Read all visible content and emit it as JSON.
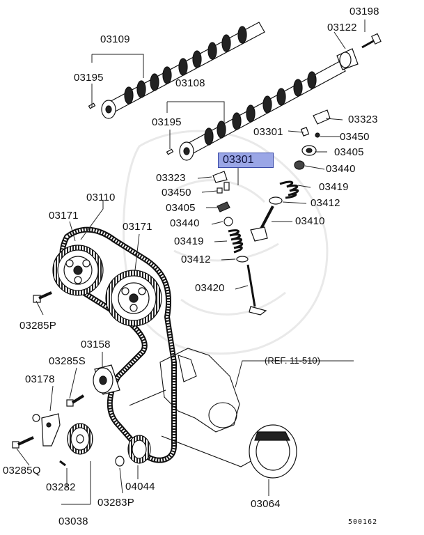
{
  "highlight_label": "03301",
  "labels": {
    "l03198": "03198",
    "l03122": "03122",
    "l03109": "03109",
    "l03195a": "03195",
    "l03108": "03108",
    "l03195b": "03195",
    "l03323a": "03323",
    "l03301": "03301",
    "l03450a": "03450",
    "l03405a": "03405",
    "l03440a": "03440",
    "l03323b": "03323",
    "l03419a": "03419",
    "l03450b": "03450",
    "l03412a": "03412",
    "l03405b": "03405",
    "l03410": "03410",
    "l03440b": "03440",
    "l03419b": "03419",
    "l03412b": "03412",
    "l03420": "03420",
    "l03110": "03110",
    "l03171a": "03171",
    "l03171b": "03171",
    "l03285P": "03285P",
    "l03158": "03158",
    "l03285S": "03285S",
    "l03178": "03178",
    "l03285Q": "03285Q",
    "l03282": "03282",
    "l04044": "04044",
    "l03283P": "03283P",
    "l03038": "03038",
    "l03064": "03064"
  },
  "ref_text": "(REF. 11-510)",
  "diagram_code": "500162"
}
